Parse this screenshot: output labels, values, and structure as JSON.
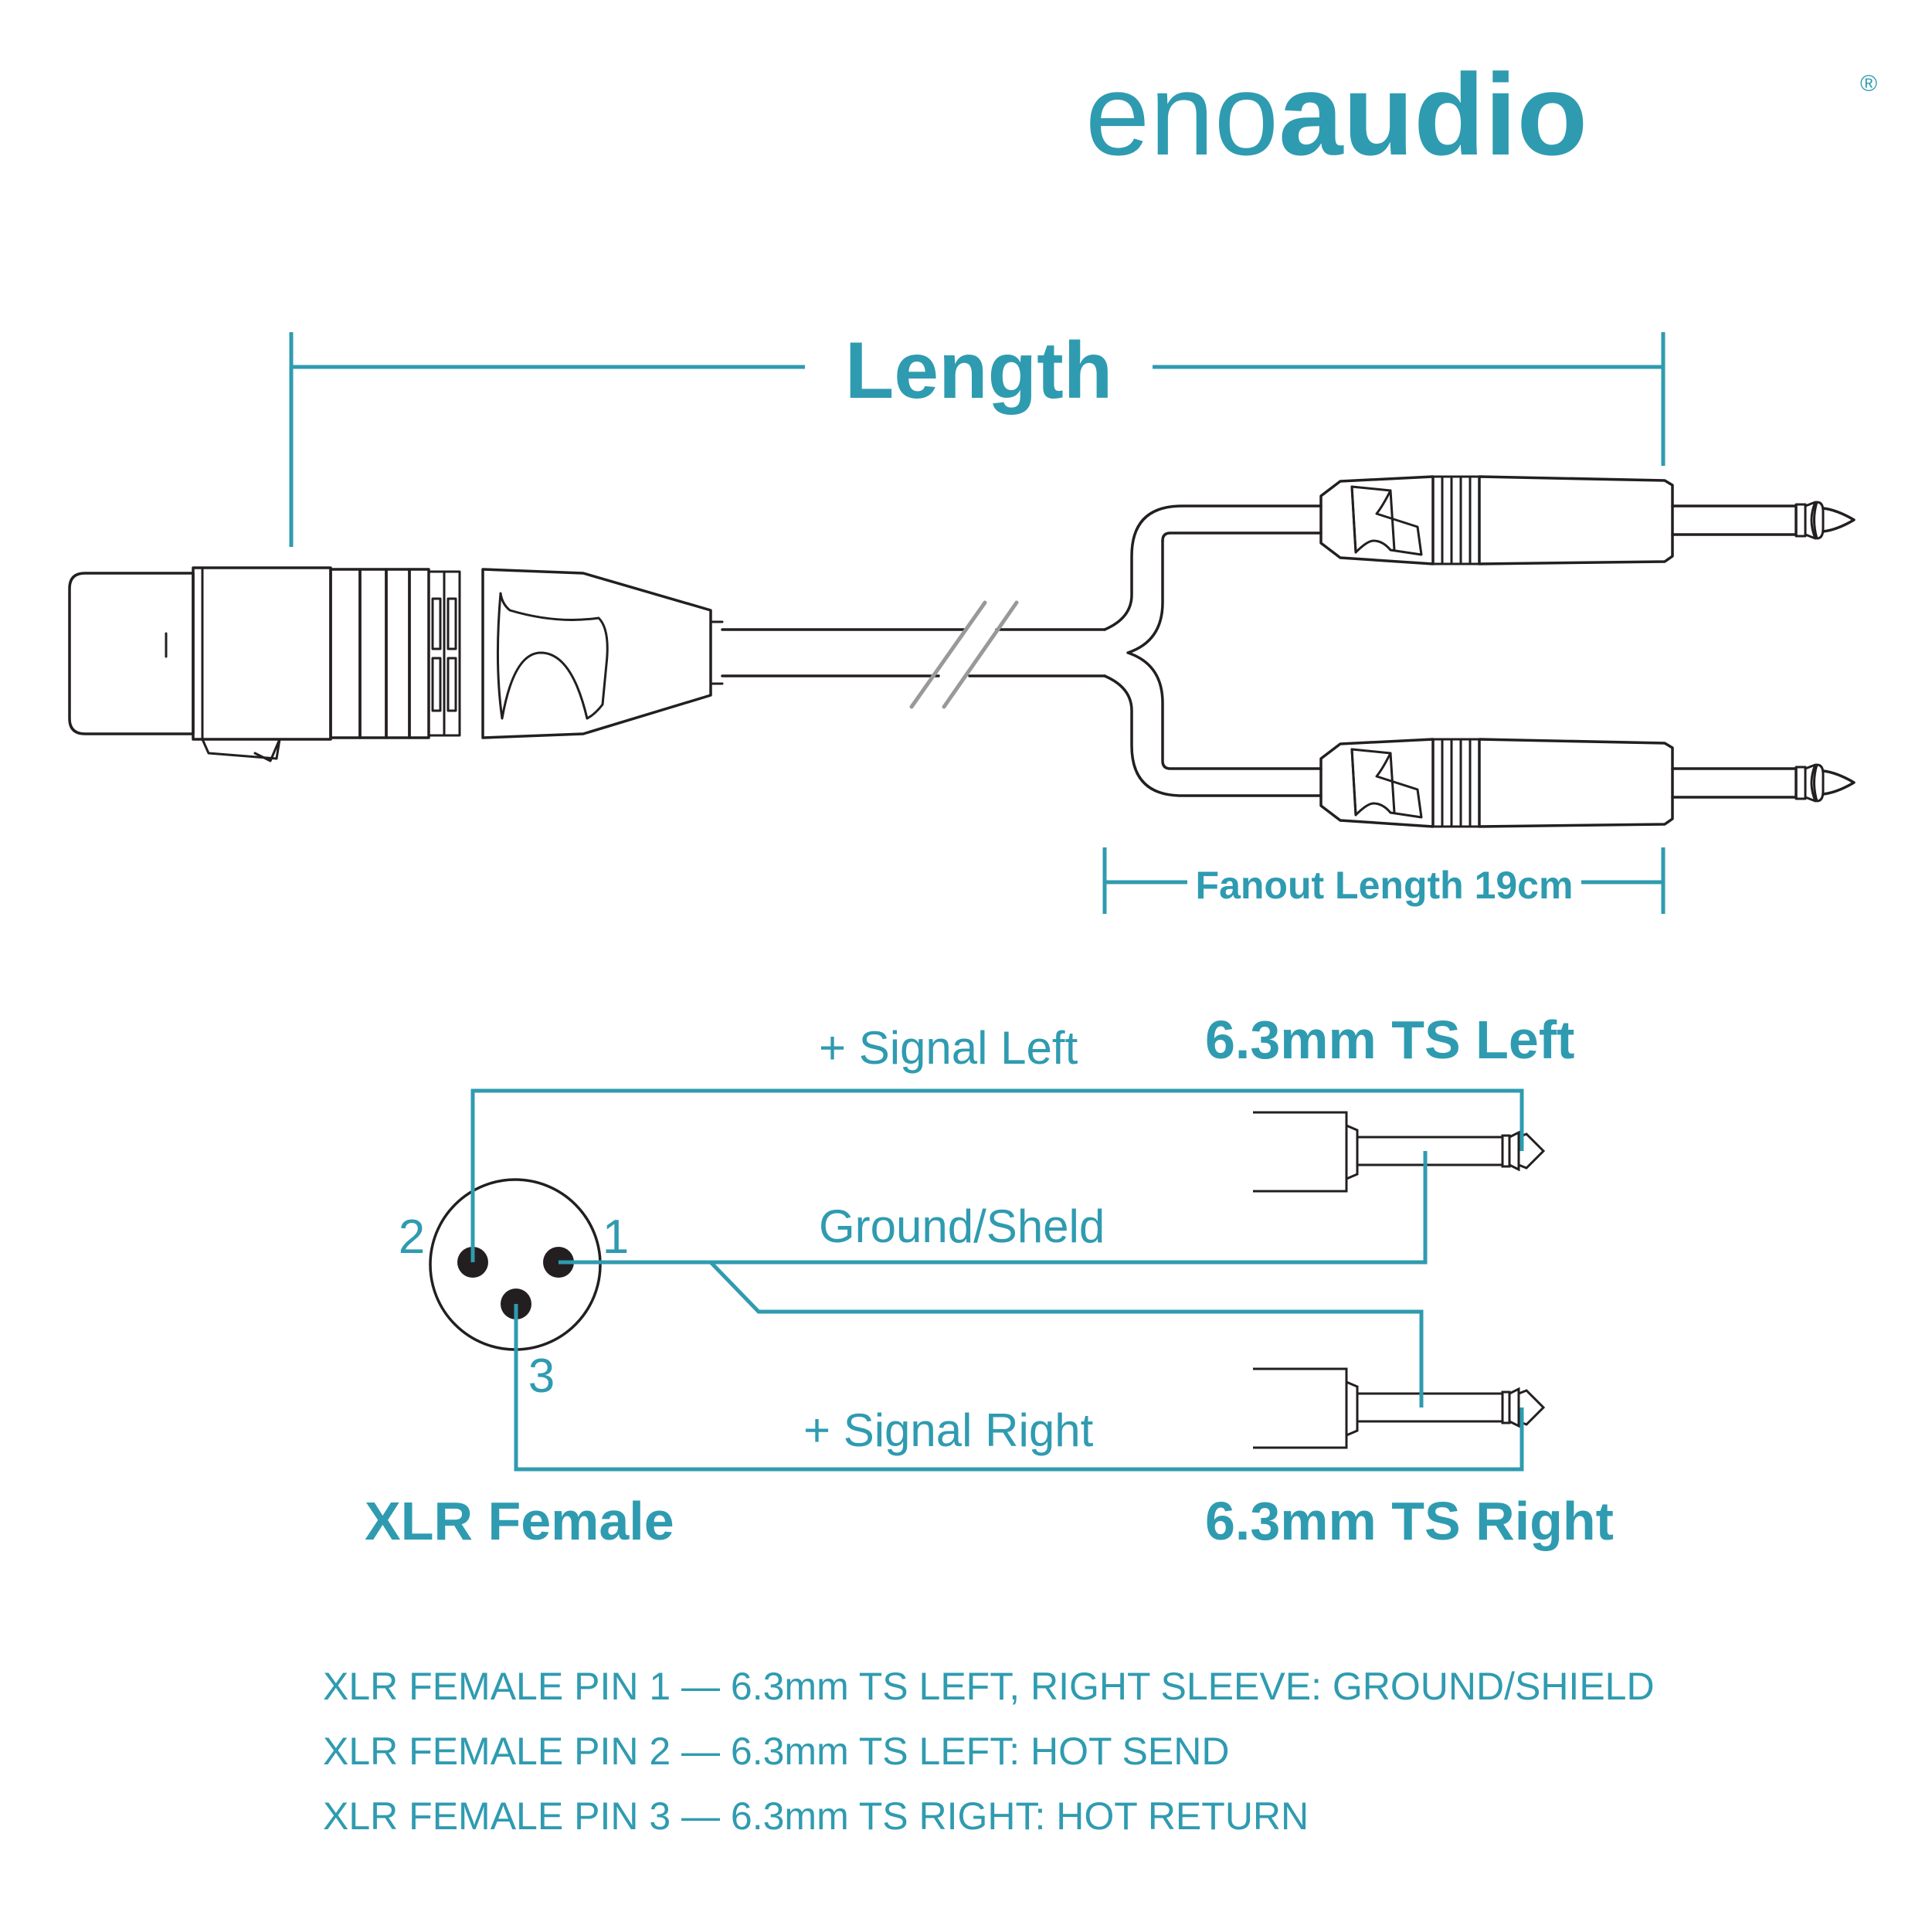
{
  "brand": {
    "prefix": "eno",
    "suffix": "audio",
    "registered_mark": "®",
    "color": "#2f9bb0"
  },
  "dimensions": {
    "length_label": "Length",
    "fanout_label": "Fanout Length 19cm"
  },
  "wiring": {
    "signal_left": "+ Signal Left",
    "ground": "Ground/Sheld",
    "signal_right": "+ Signal Right",
    "ts_left": "6.3mm TS Left",
    "ts_right": "6.3mm TS Right",
    "xlr_label": "XLR Female",
    "pins": [
      "1",
      "2",
      "3"
    ]
  },
  "pinout_notes": [
    "XLR FEMALE PIN 1 — 6.3mm TS LEFT, RIGHT SLEEVE: GROUND/SHIELD",
    "XLR FEMALE PIN 2 — 6.3mm TS LEFT: HOT SEND",
    "XLR FEMALE PIN 3 — 6.3mm TS RIGHT: HOT RETURN"
  ],
  "colors": {
    "accent": "#2f9bb0",
    "line_art": "#231f20"
  }
}
